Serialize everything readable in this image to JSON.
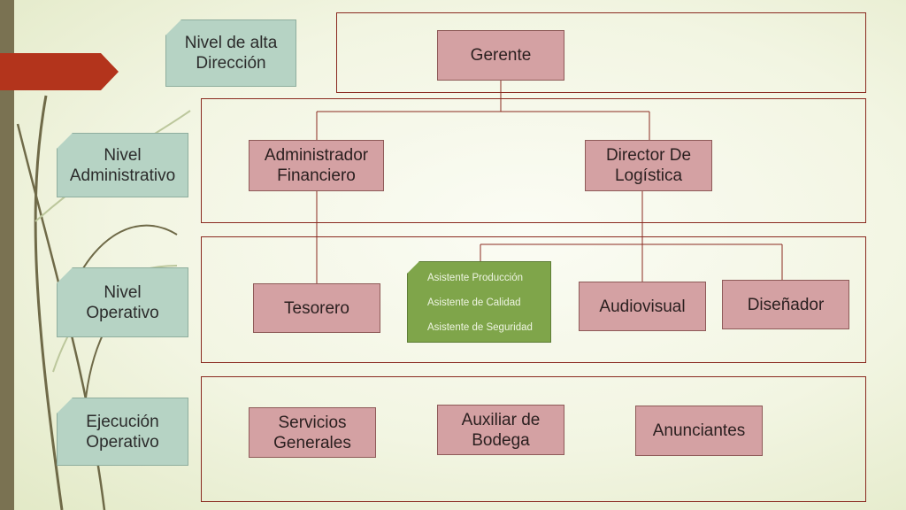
{
  "levels": [
    {
      "label": "Nivel de alta\nDirección"
    },
    {
      "label": "Nivel\nAdministrativo"
    },
    {
      "label": "Nivel\nOperativo"
    },
    {
      "label": "Ejecución\nOperativo"
    }
  ],
  "nodes": {
    "gerente": "Gerente",
    "administrador": "Administrador\nFinanciero",
    "director": "Director De\nLogística",
    "tesorero": "Tesorero",
    "audiovisual": "Audiovisual",
    "disenador": "Diseñador",
    "servicios": "Servicios\nGenerales",
    "auxiliar": "Auxiliar de\nBodega",
    "anunciantes": "Anunciantes"
  },
  "asistentes": [
    "Asistente Producción",
    "Asistente de Calidad",
    "Asistente de Seguridad"
  ]
}
